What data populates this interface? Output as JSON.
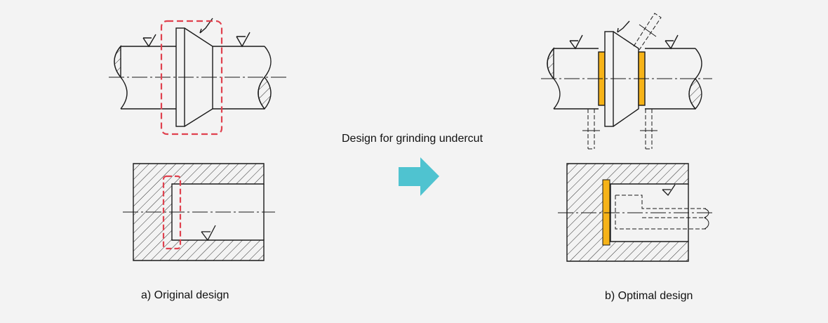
{
  "center": {
    "label": "Design for grinding undercut"
  },
  "left_panel": {
    "caption": "a) Original design"
  },
  "right_panel": {
    "caption": "b) Optimal design"
  },
  "colors": {
    "background": "#f3f3f3",
    "line": "#1a1a1a",
    "highlight_dash": "#e0414e",
    "undercut_fill": "#f6b318",
    "arrow": "#4fc3d0"
  },
  "icons": {
    "transition_arrow": "right-arrow-icon"
  }
}
